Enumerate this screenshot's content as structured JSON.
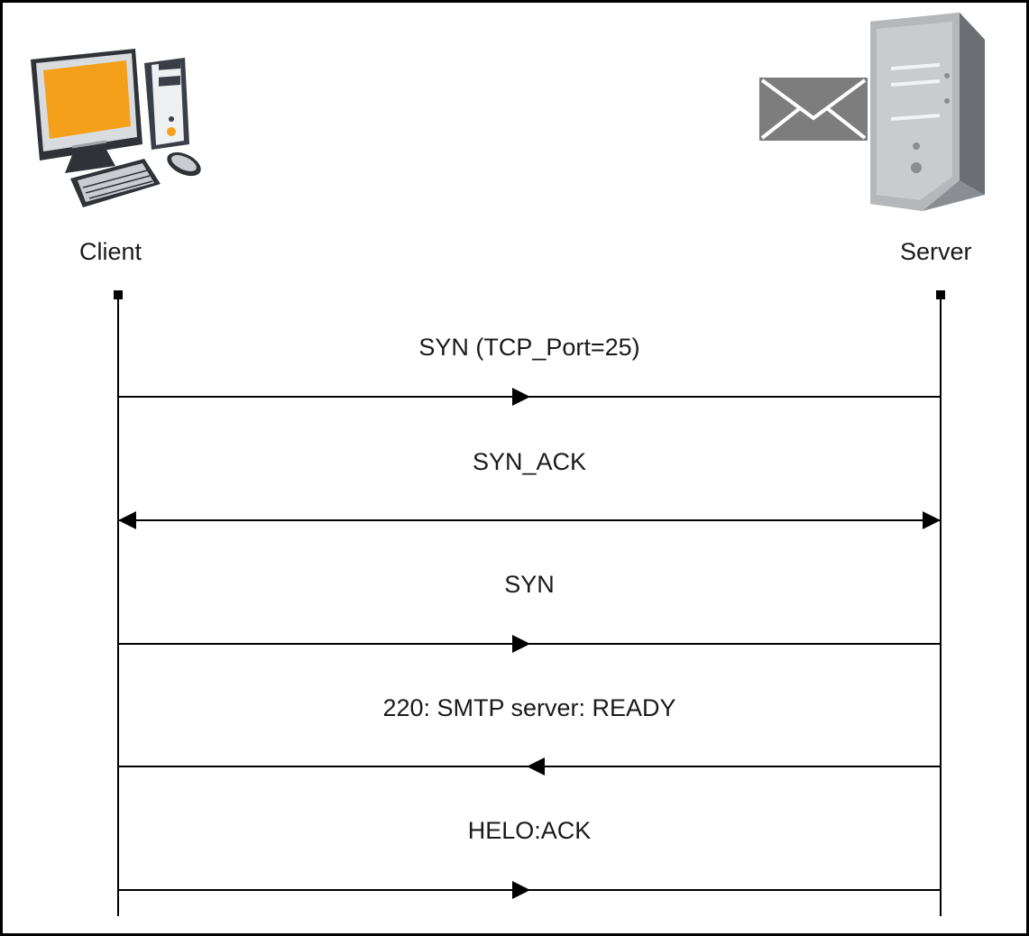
{
  "participants": {
    "client": {
      "label": "Client"
    },
    "server": {
      "label": "Server"
    }
  },
  "messages": [
    {
      "label": "SYN (TCP_Port=25)",
      "direction": "right"
    },
    {
      "label": "SYN_ACK",
      "direction": "both"
    },
    {
      "label": "SYN",
      "direction": "right"
    },
    {
      "label": "220: SMTP server: READY",
      "direction": "left"
    },
    {
      "label": "HELO:ACK",
      "direction": "right"
    }
  ],
  "colors": {
    "line": "#000000",
    "screen": "#f5a01a",
    "envelope": "#7d7d7d",
    "tower": "#a7a9ac"
  },
  "icons": {
    "client": "desktop-computer-icon",
    "server": "server-tower-icon",
    "mail": "envelope-icon"
  }
}
